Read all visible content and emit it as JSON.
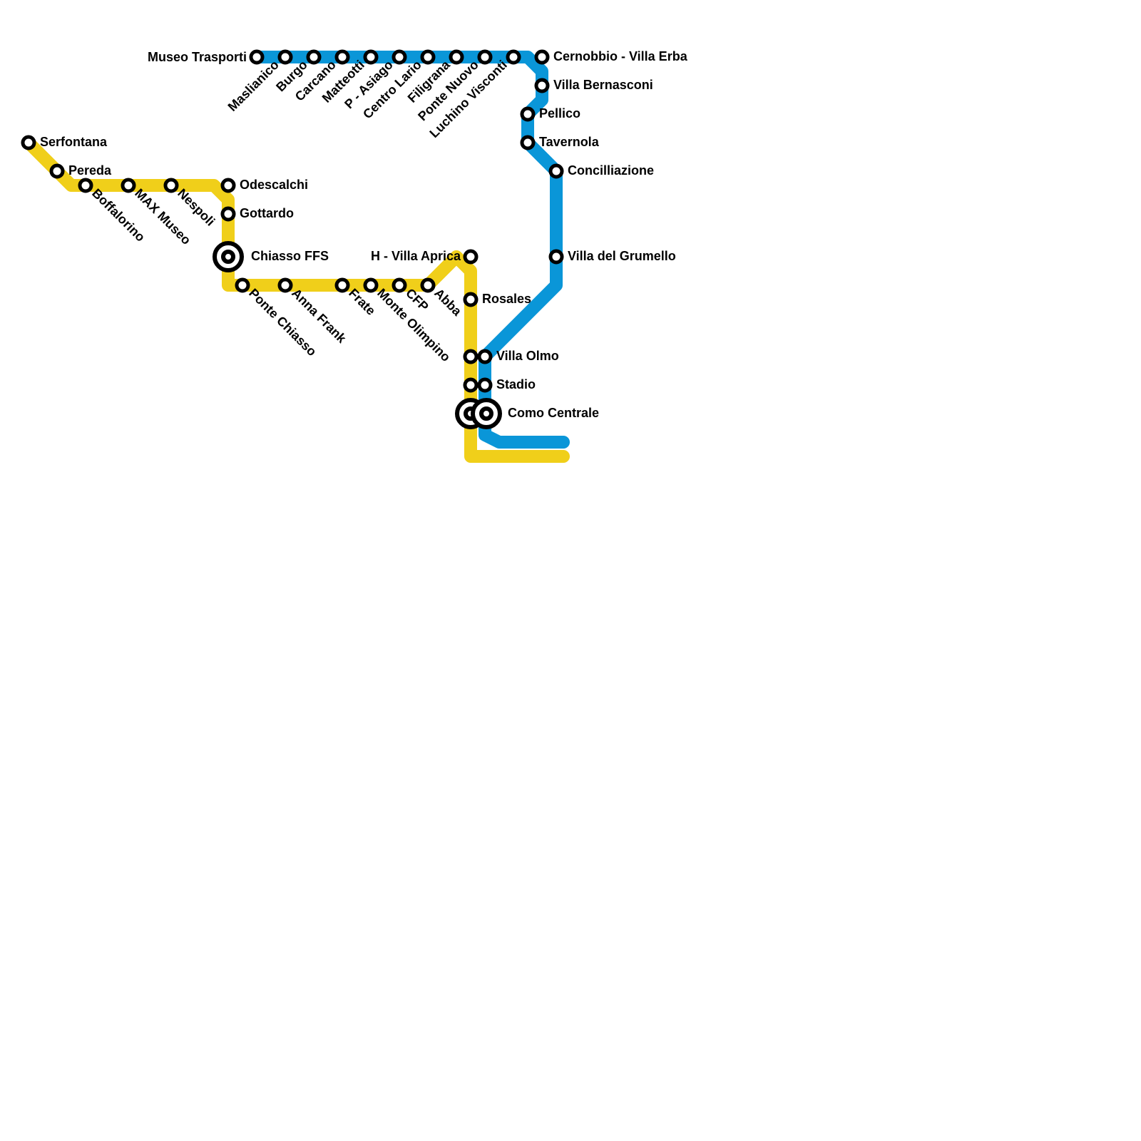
{
  "lines": [
    {
      "id": "blue",
      "color": "#0a96d8"
    },
    {
      "id": "yellow",
      "color": "#f0cf1a"
    }
  ],
  "stations": [
    {
      "id": "museo_trasporti",
      "name": "Museo Trasporti"
    },
    {
      "id": "maslianico",
      "name": "Maslianico"
    },
    {
      "id": "burgo",
      "name": "Burgo"
    },
    {
      "id": "carcano",
      "name": "Carcano"
    },
    {
      "id": "matteotti",
      "name": "Matteotti"
    },
    {
      "id": "p_asiago",
      "name": "P - Asiago"
    },
    {
      "id": "centro_lario",
      "name": "Centro Lario"
    },
    {
      "id": "filigrana",
      "name": "Filigrana"
    },
    {
      "id": "ponte_nuovo",
      "name": "Ponte Nuovo"
    },
    {
      "id": "luchino_visconti",
      "name": "Luchino Visconti"
    },
    {
      "id": "cernobbio",
      "name": "Cernobbio - Villa Erba"
    },
    {
      "id": "villa_bernasconi",
      "name": "Villa Bernasconi"
    },
    {
      "id": "pellico",
      "name": "Pellico"
    },
    {
      "id": "tavernola",
      "name": "Tavernola"
    },
    {
      "id": "concilliazione",
      "name": "Concilliazione"
    },
    {
      "id": "villa_grumello",
      "name": "Villa del Grumello"
    },
    {
      "id": "villa_olmo",
      "name": "Villa Olmo"
    },
    {
      "id": "stadio",
      "name": "Stadio"
    },
    {
      "id": "como_centrale",
      "name": "Como Centrale"
    },
    {
      "id": "serfontana",
      "name": "Serfontana"
    },
    {
      "id": "pereda",
      "name": "Pereda"
    },
    {
      "id": "boffalorino",
      "name": "Boffalorino"
    },
    {
      "id": "max_museo",
      "name": "MAX Museo"
    },
    {
      "id": "nespoli",
      "name": "Nespoli"
    },
    {
      "id": "odescalchi",
      "name": "Odescalchi"
    },
    {
      "id": "gottardo",
      "name": "Gottardo"
    },
    {
      "id": "chiasso_ffs",
      "name": "Chiasso FFS"
    },
    {
      "id": "ponte_chiasso",
      "name": "Ponte Chiasso"
    },
    {
      "id": "anna_frank",
      "name": "Anna Frank"
    },
    {
      "id": "frate",
      "name": "Frate"
    },
    {
      "id": "monte_olimpino",
      "name": "Monte Olimpino"
    },
    {
      "id": "cfp",
      "name": "CFP"
    },
    {
      "id": "abba",
      "name": "Abba"
    },
    {
      "id": "h_villa_aprica",
      "name": "H - Villa Aprica"
    },
    {
      "id": "rosales",
      "name": "Rosales"
    }
  ]
}
